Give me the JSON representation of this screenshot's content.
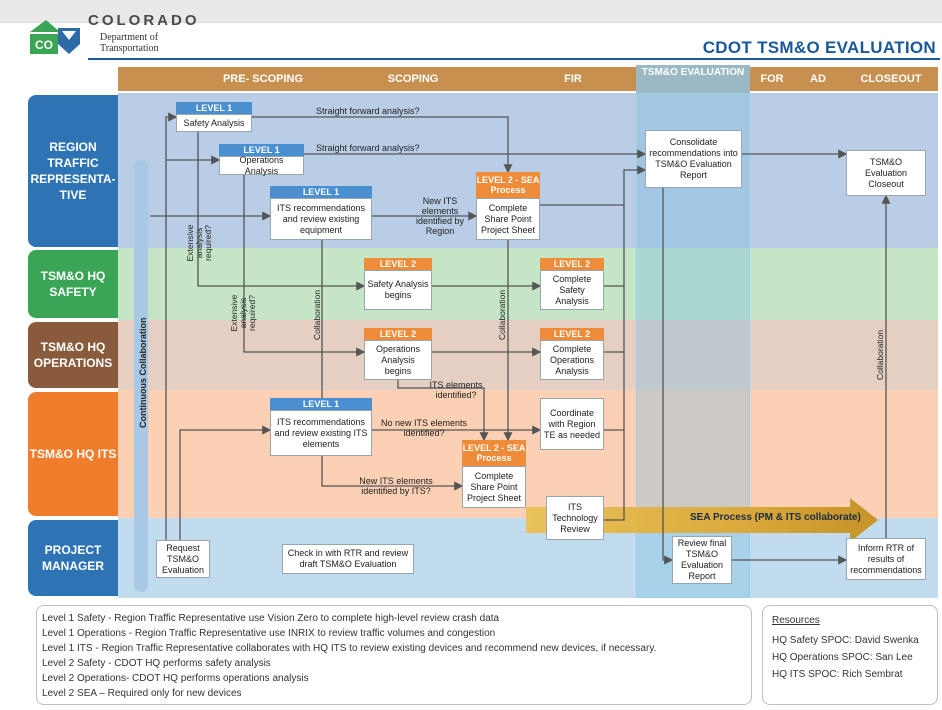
{
  "header": {
    "logo_state": "COLORADO",
    "logo_badge": "CO",
    "department_line1": "Department of",
    "department_line2": "Transportation",
    "title": "CDOT TSM&O EVALUATION"
  },
  "phases": [
    "PRE- SCOPING",
    "SCOPING",
    "FIR",
    "TSM&O EVALUATION",
    "FOR",
    "AD",
    "CLOSEOUT"
  ],
  "lanes": [
    {
      "label": "REGION TRAFFIC REPRESENTA-TIVE",
      "color": "#2e74b5"
    },
    {
      "label": "TSM&O HQ SAFETY",
      "color": "#3aa655"
    },
    {
      "label": "TSM&O HQ OPERATIONS",
      "color": "#8a5a3c"
    },
    {
      "label": "TSM&O HQ ITS",
      "color": "#f07d2b"
    },
    {
      "label": "PROJECT MANAGER",
      "color": "#2e74b5"
    }
  ],
  "lane_bg_colors": [
    "#b9cde6",
    "#c5e6c6",
    "#e5cfc3",
    "#fbd0b4",
    "#c2dcef"
  ],
  "collaboration": {
    "continuous": "Continuous Collaboration",
    "collab": "Collaboration"
  },
  "nodes": {
    "l1_safety": {
      "tag": "LEVEL 1",
      "text": "Safety Analysis"
    },
    "l1_ops": {
      "tag": "LEVEL 1",
      "text": "Operations Analysis"
    },
    "l1_its_rtr": {
      "tag": "LEVEL 1",
      "text": "ITS recommendations and review existing equipment"
    },
    "l2_sea_top": {
      "tag": "LEVEL 2 - SEA Process",
      "text": "Complete Share Point Project Sheet"
    },
    "consolidate": {
      "text": "Consolidate recommendations into TSM&O Evaluation Report"
    },
    "closeout": {
      "text": "TSM&O Evaluation Closeout"
    },
    "l2_safety_begin": {
      "tag": "LEVEL 2",
      "text": "Safety Analysis begins"
    },
    "l2_safety_complete": {
      "tag": "LEVEL 2",
      "text": "Complete Safety Analysis"
    },
    "l2_ops_begin": {
      "tag": "LEVEL 2",
      "text": "Operations Analysis begins"
    },
    "l2_ops_complete": {
      "tag": "LEVEL 2",
      "text": "Complete Operations Analysis"
    },
    "l1_its_hq": {
      "tag": "LEVEL 1",
      "text": "ITS recommendations and review existing ITS elements"
    },
    "coordinate": {
      "text": "Coordinate with Region TE as needed"
    },
    "l2_sea_bottom": {
      "tag": "LEVEL 2 - SEA Process",
      "text": "Complete Share Point Project Sheet"
    },
    "its_tech": {
      "text": "ITS Technology Review"
    },
    "request": {
      "text": "Request TSM&O Evaluation"
    },
    "checkin": {
      "text": "Check in with RTR and review draft TSM&O Evaluation"
    },
    "review_final": {
      "text": "Review final TSM&O Evaluation Report"
    },
    "inform": {
      "text": "Inform RTR of results of recommendations"
    }
  },
  "edge_labels": {
    "straight1": "Straight forward analysis?",
    "straight2": "Straight forward analysis?",
    "new_its_region": "New ITS elements identified by Region",
    "extensive1": "Extensive analysis required?",
    "extensive2": "Extensive analysis required?",
    "its_identified": "ITS elements identified?",
    "no_new_its": "No new ITS elements identified?",
    "new_its_by_its": "New ITS elements identified by ITS?",
    "sea_process": "SEA Process (PM & ITS collaborate)"
  },
  "legend": [
    "Level 1 Safety - Region Traffic Representative use Vision Zero to complete high-level review crash data",
    "Level 1 Operations - Region Traffic Representative use INRIX to review traffic volumes and congestion",
    "Level 1 ITS - Region Traffic Representative collaborates with HQ ITS to review existing devices and recommend new devices, if necessary.",
    "Level 2 Safety - CDOT HQ performs safety analysis",
    "Level 2 Operations- CDOT HQ performs operations analysis",
    "Level 2 SEA – Required only for new devices"
  ],
  "resources": {
    "title": "Resources",
    "items": [
      "HQ Safety SPOC: David Swenka",
      "HQ Operations SPOC: San Lee",
      "HQ ITS SPOC: Rich Sembrat"
    ]
  }
}
